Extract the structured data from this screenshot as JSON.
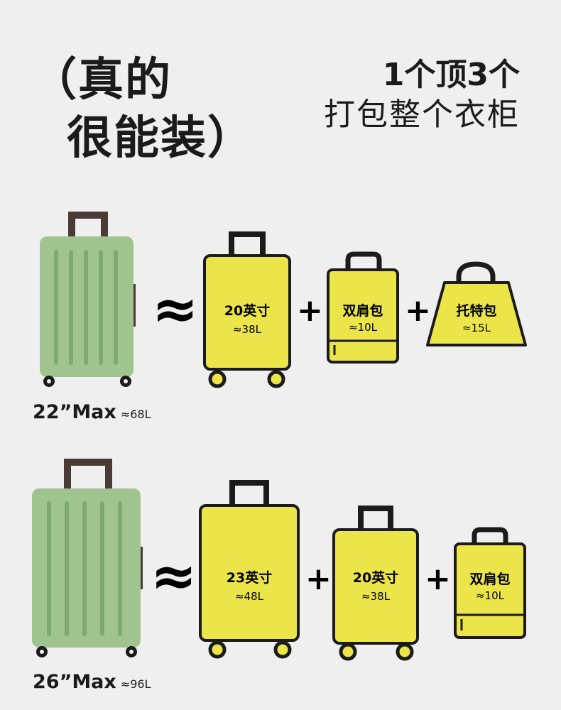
{
  "header": {
    "left_line1": "（真的",
    "left_line2": "很能装）",
    "right_line1": "1个顶3个",
    "right_line2": "打包整个衣柜"
  },
  "symbols": {
    "approx": "≈",
    "plus": "+"
  },
  "colors": {
    "background": "#efefef",
    "green_suitcase": "#9fc48f",
    "green_stripe": "#7fa873",
    "yellow_item": "#ece54a",
    "outline": "#1b1b1b",
    "handle": "#4b3b35"
  },
  "rows": [
    {
      "label": "22”Max",
      "label_vol": "≈68L",
      "items": [
        {
          "name": "20英寸",
          "vol": "≈38L",
          "kind": "suitcase"
        },
        {
          "name": "双肩包",
          "vol": "≈10L",
          "kind": "backpack"
        },
        {
          "name": "托特包",
          "vol": "≈15L",
          "kind": "tote"
        }
      ]
    },
    {
      "label": "26”Max",
      "label_vol": "≈96L",
      "items": [
        {
          "name": "23英寸",
          "vol": "≈48L",
          "kind": "suitcase"
        },
        {
          "name": "20英寸",
          "vol": "≈38L",
          "kind": "suitcase"
        },
        {
          "name": "双肩包",
          "vol": "≈10L",
          "kind": "backpack"
        }
      ]
    }
  ]
}
